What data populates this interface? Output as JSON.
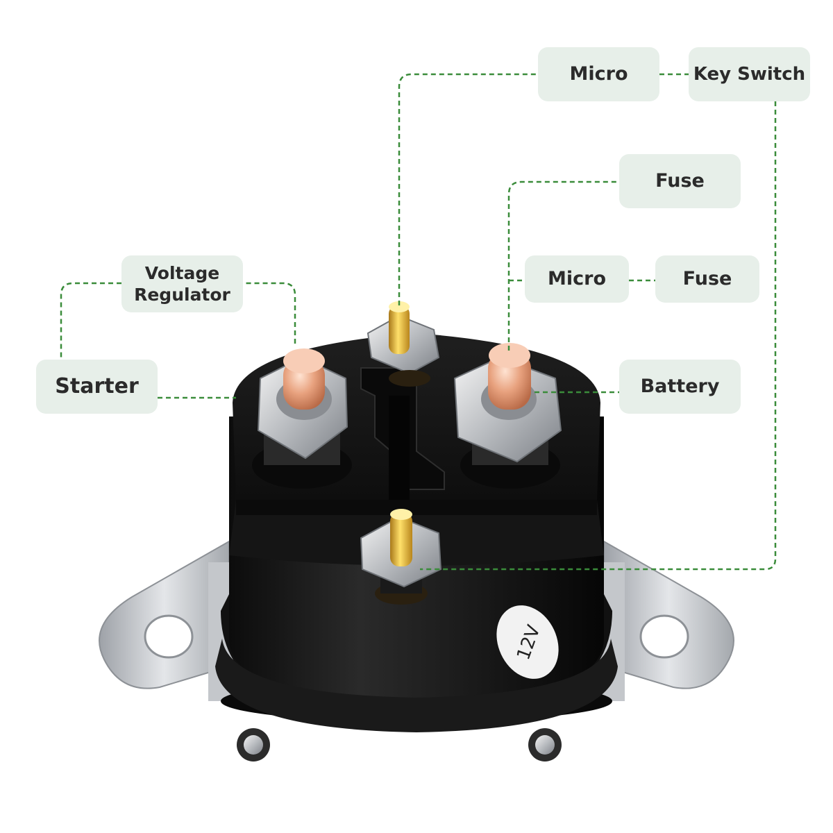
{
  "labels": {
    "micro_top": "Micro",
    "key_switch": "Key Switch",
    "fuse_top": "Fuse",
    "micro_mid": "Micro",
    "fuse_mid": "Fuse",
    "battery": "Battery",
    "voltage_regulator_line1": "Voltage",
    "voltage_regulator_line2": "Regulator",
    "starter": "Starter"
  },
  "device": {
    "voltage_marking": "12V"
  },
  "colors": {
    "connector_line": "#3a8c3a",
    "label_background": "#e7efe9",
    "body": "#141414",
    "bracket": "#c9ccd0",
    "copper_stud": "#e6a17f",
    "brass_stud": "#d9ab2a"
  }
}
